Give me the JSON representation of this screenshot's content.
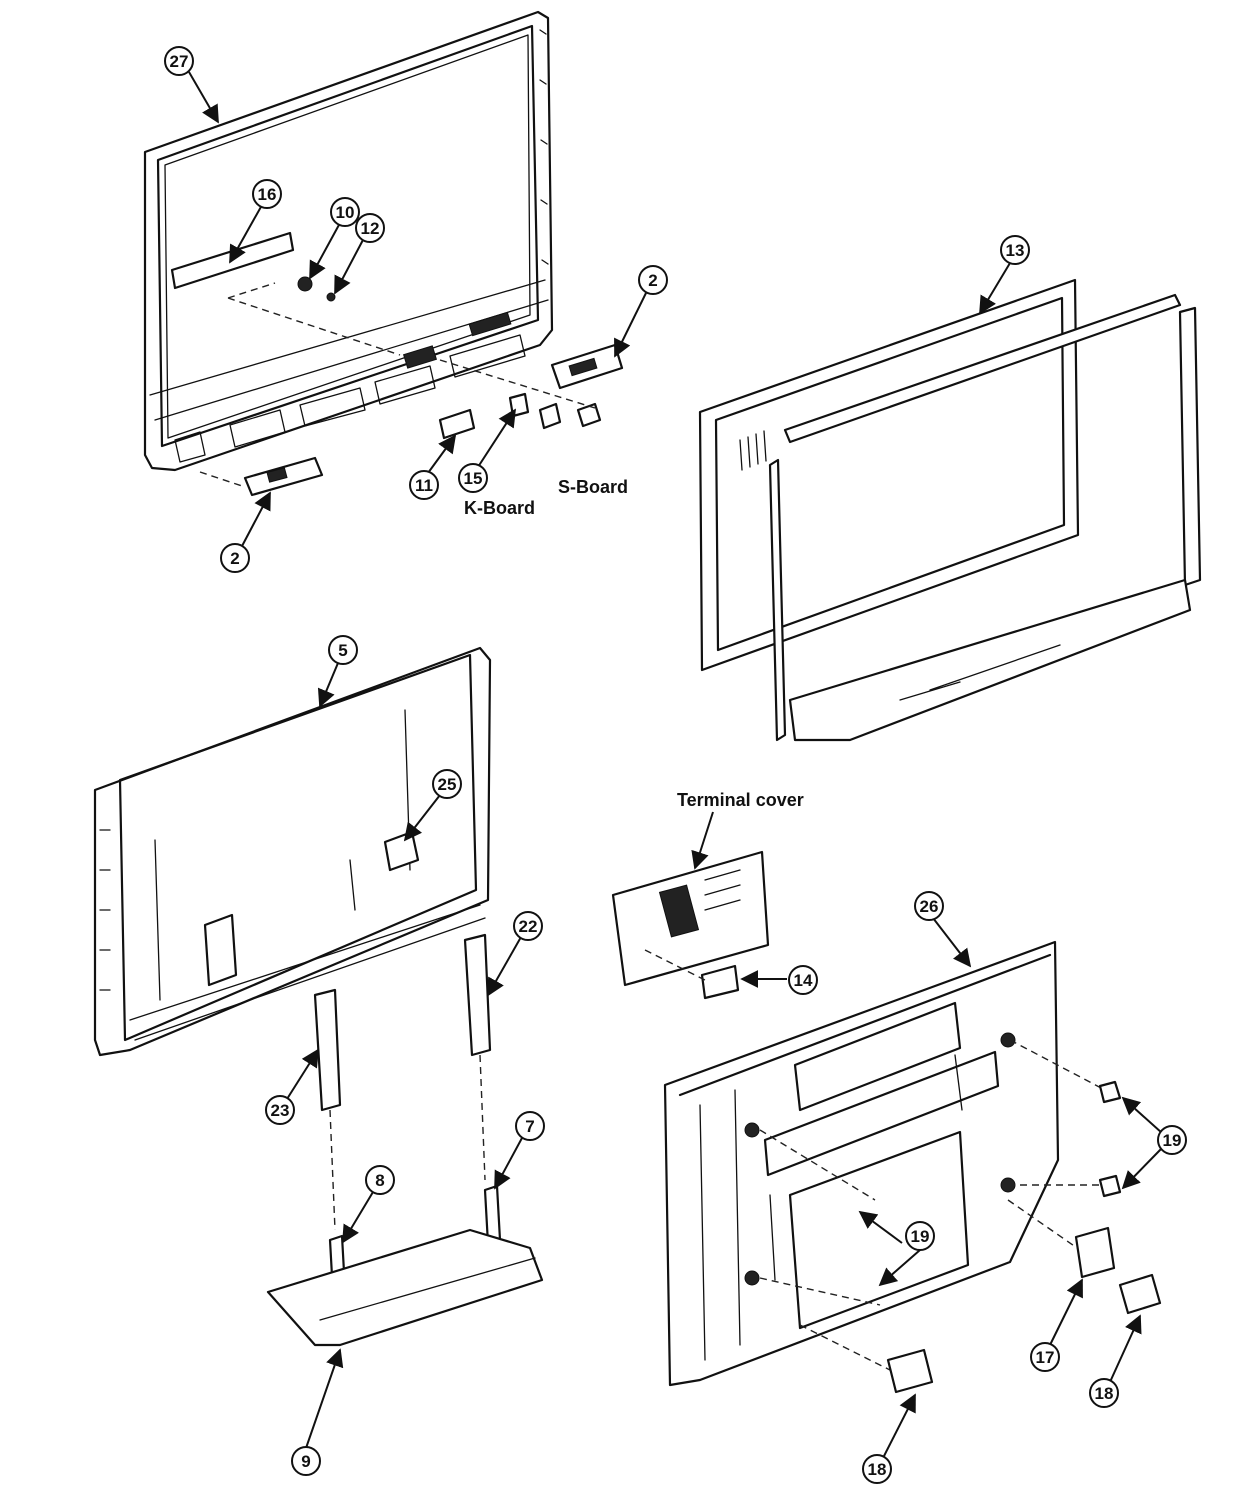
{
  "callouts": {
    "c27": "27",
    "c16": "16",
    "c10": "10",
    "c12": "12",
    "c2a": "2",
    "c2b": "2",
    "c11": "11",
    "c15": "15",
    "c13": "13",
    "c5": "5",
    "c25": "25",
    "c22": "22",
    "c23": "23",
    "c7": "7",
    "c8": "8",
    "c9": "9",
    "c14": "14",
    "c26": "26",
    "c19a": "19",
    "c19b": "19",
    "c17": "17",
    "c18a": "18",
    "c18b": "18"
  },
  "labels": {
    "k_board": "K-Board",
    "s_board": "S-Board",
    "terminal_cover": "Terminal cover"
  }
}
